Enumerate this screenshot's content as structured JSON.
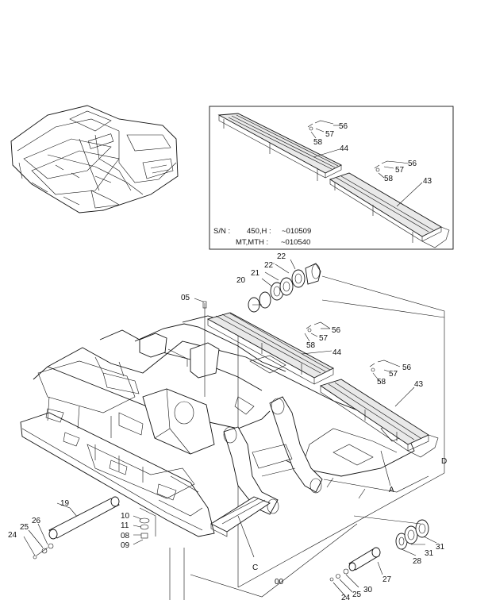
{
  "inset": {
    "sn_prefix": "S/N :",
    "sn_row1_model": "450,H :",
    "sn_row1_range": "~010509",
    "sn_row2_model": "MT,MTH :",
    "sn_row2_range": "~010540"
  },
  "callouts": {
    "inset": [
      "56",
      "57",
      "58",
      "44",
      "56",
      "57",
      "58",
      "43"
    ],
    "main": [
      "22",
      "22",
      "21",
      "20",
      "05",
      "56",
      "57",
      "58",
      "44",
      "56",
      "57",
      "58",
      "43",
      "D",
      "A",
      "19",
      "10",
      "11",
      "08",
      "09",
      "24",
      "25",
      "26",
      "C",
      "00",
      "28",
      "31",
      "31",
      "27",
      "25",
      "30",
      "24"
    ]
  }
}
